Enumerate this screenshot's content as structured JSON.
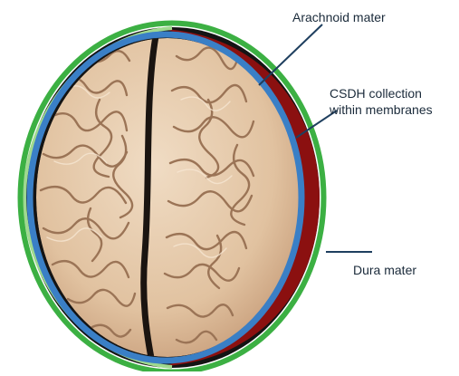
{
  "labels": {
    "arachnoid": "Arachnoid mater",
    "csdh_line1": "CSDH collection",
    "csdh_line2": "within membranes",
    "dura": "Dura mater"
  },
  "colors": {
    "dura_outline": "#3cb043",
    "arachnoid_outline": "#3a7fc6",
    "hematoma": "#8b1010",
    "brain": "#e6c9a8",
    "sulci": "#9b7456",
    "pointer_line": "#1f3f5f"
  }
}
